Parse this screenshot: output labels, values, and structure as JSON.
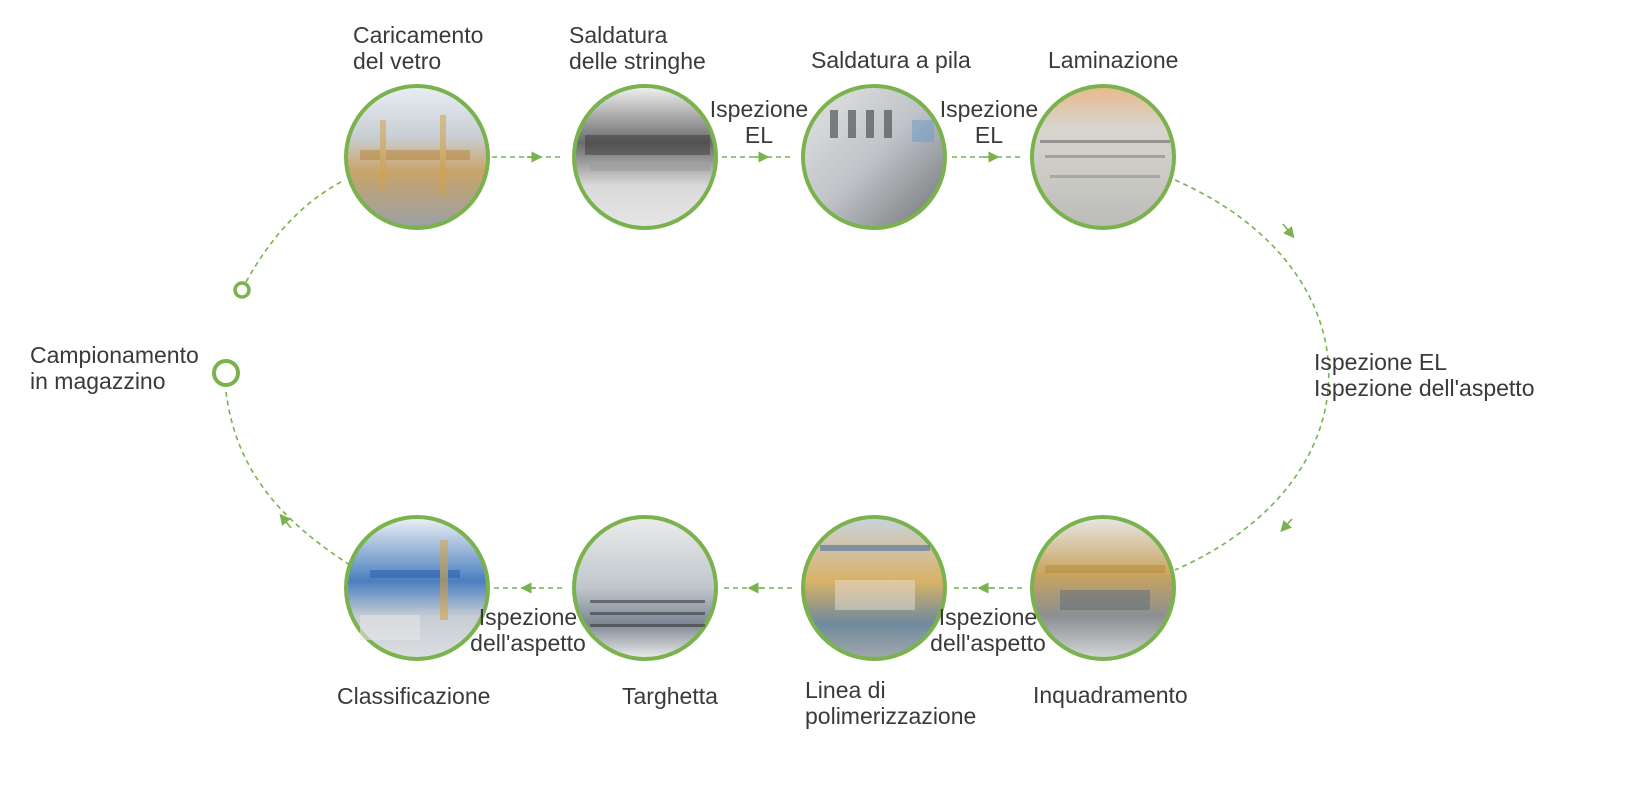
{
  "colors": {
    "accent": "#7ab24e",
    "text": "#3a3a3a",
    "background": "#ffffff"
  },
  "stations": [
    {
      "id": "caricamento",
      "label": "Caricamento\ndel vetro",
      "photo": "glass-loading-photo"
    },
    {
      "id": "saldatura-stringhe",
      "label": "Saldatura\ndelle stringhe",
      "photo": "string-welding-photo"
    },
    {
      "id": "saldatura-pila",
      "label": "Saldatura a pila",
      "photo": "stack-welding-photo"
    },
    {
      "id": "laminazione",
      "label": "Laminazione",
      "photo": "lamination-photo"
    },
    {
      "id": "inquadramento",
      "label": "Inquadramento",
      "photo": "framing-photo"
    },
    {
      "id": "polimerizzazione",
      "label": "Linea di\npolimerizzazione",
      "photo": "curing-line-photo"
    },
    {
      "id": "targhetta",
      "label": "Targhetta",
      "photo": "nameplate-photo"
    },
    {
      "id": "classificazione",
      "label": "Classificazione",
      "photo": "sorting-photo"
    }
  ],
  "inspections": {
    "el_1": "Ispezione\nEL",
    "el_2": "Ispezione\nEL",
    "right_side": "Ispezione EL\nIspezione dell'aspetto",
    "aspect_1": "Ispezione\ndell'aspetto",
    "aspect_2": "Ispezione\ndell'aspetto"
  },
  "end_label": "Campionamento\nin magazzino"
}
